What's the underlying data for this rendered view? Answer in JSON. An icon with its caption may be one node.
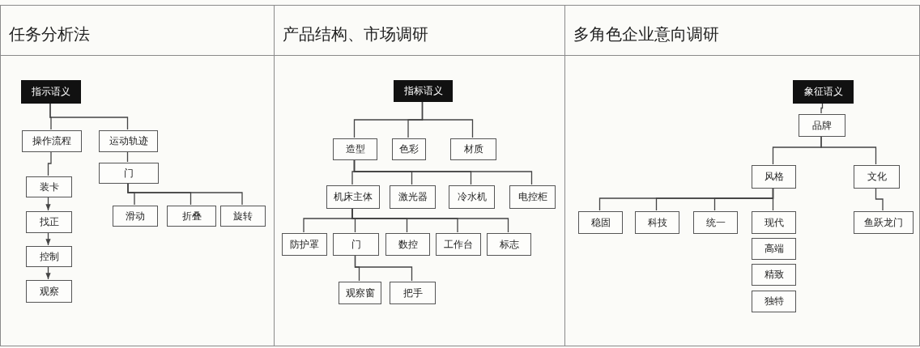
{
  "diagram": {
    "nodes": [
      {
        "text": [
          "任务分析法"
        ]
      },
      {
        "text": [
          "指示语义"
        ],
        "in": 0
      },
      {
        "text": [
          "操作流程"
        ],
        "in": 0
      },
      {
        "text": [
          "运动轨迹"
        ],
        "in": 0
      },
      {
        "text": [
          "门"
        ],
        "in": 0
      },
      {
        "text": [
          "装卡"
        ],
        "in": 0
      },
      {
        "text": [
          "找正"
        ],
        "in": 0
      },
      {
        "text": [
          "控制"
        ],
        "in": 0
      },
      {
        "text": [
          "观察"
        ],
        "in": 0
      },
      {
        "text": [
          "滑动"
        ],
        "in": 0
      },
      {
        "text": [
          "折叠"
        ],
        "in": 0
      },
      {
        "text": [
          "旋转"
        ],
        "in": 0
      },
      {
        "text": [
          "产品结构、市场调研"
        ]
      },
      {
        "text": [
          "指标语义"
        ],
        "in": 12
      },
      {
        "text": [
          "造型"
        ],
        "in": 12
      },
      {
        "text": [
          "色彩"
        ],
        "in": 12
      },
      {
        "text": [
          "材质"
        ],
        "in": 12
      },
      {
        "text": [
          "机床主体"
        ],
        "in": 12
      },
      {
        "text": [
          "激光器"
        ],
        "in": 12
      },
      {
        "text": [
          "冷水机"
        ],
        "in": 12
      },
      {
        "text": [
          "电控柜"
        ],
        "in": 12
      },
      {
        "text": [
          "防护罩"
        ],
        "in": 12
      },
      {
        "text": [
          "门"
        ],
        "in": 12
      },
      {
        "text": [
          "数控"
        ],
        "in": 12
      },
      {
        "text": [
          "工作台"
        ],
        "in": 12
      },
      {
        "text": [
          "标志"
        ],
        "in": 12
      },
      {
        "text": [
          "观察窗"
        ],
        "in": 12
      },
      {
        "text": [
          "把手"
        ],
        "in": 12
      },
      {
        "text": [
          "多角色企业意向调研"
        ]
      },
      {
        "text": [
          "象征语义"
        ],
        "in": 28
      },
      {
        "text": [
          "品牌"
        ],
        "in": 28
      },
      {
        "text": [
          "风格"
        ],
        "in": 28
      },
      {
        "text": [
          "文化"
        ],
        "in": 28
      },
      {
        "text": [
          "稳固"
        ],
        "in": 28
      },
      {
        "text": [
          "科技"
        ],
        "in": 28
      },
      {
        "text": [
          "统一"
        ],
        "in": 28
      },
      {
        "text": [
          "现代"
        ],
        "in": 28
      },
      {
        "text": [
          "高端"
        ],
        "in": 28
      },
      {
        "text": [
          "精致"
        ],
        "in": 28
      },
      {
        "text": [
          "独特"
        ],
        "in": 28
      },
      {
        "text": [
          "鱼跃龙门"
        ],
        "in": 28
      }
    ],
    "edges": [
      {
        "from": 1,
        "to": 2,
        "arrow": "none"
      },
      {
        "from": 1,
        "to": 3,
        "arrow": "none"
      },
      {
        "from": 2,
        "to": 5,
        "arrow": "none"
      },
      {
        "from": 5,
        "to": 6,
        "arrow": "to"
      },
      {
        "from": 6,
        "to": 7,
        "arrow": "to"
      },
      {
        "from": 7,
        "to": 8,
        "arrow": "to"
      },
      {
        "from": 3,
        "to": 4,
        "arrow": "none"
      },
      {
        "from": 4,
        "to": 9,
        "arrow": "none"
      },
      {
        "from": 4,
        "to": 10,
        "arrow": "none"
      },
      {
        "from": 4,
        "to": 11,
        "arrow": "none"
      },
      {
        "from": 13,
        "to": 14,
        "arrow": "none"
      },
      {
        "from": 13,
        "to": 15,
        "arrow": "none"
      },
      {
        "from": 13,
        "to": 16,
        "arrow": "none"
      },
      {
        "from": 14,
        "to": 17,
        "arrow": "none"
      },
      {
        "from": 14,
        "to": 18,
        "arrow": "none"
      },
      {
        "from": 14,
        "to": 19,
        "arrow": "none"
      },
      {
        "from": 14,
        "to": 20,
        "arrow": "none"
      },
      {
        "from": 17,
        "to": 21,
        "arrow": "none"
      },
      {
        "from": 17,
        "to": 22,
        "arrow": "none"
      },
      {
        "from": 17,
        "to": 23,
        "arrow": "none"
      },
      {
        "from": 17,
        "to": 24,
        "arrow": "none"
      },
      {
        "from": 17,
        "to": 25,
        "arrow": "none"
      },
      {
        "from": 22,
        "to": 26,
        "arrow": "none"
      },
      {
        "from": 22,
        "to": 27,
        "arrow": "none"
      },
      {
        "from": 29,
        "to": 30,
        "arrow": "none"
      },
      {
        "from": 30,
        "to": 31,
        "arrow": "none"
      },
      {
        "from": 30,
        "to": 32,
        "arrow": "none"
      },
      {
        "from": 31,
        "to": 33,
        "arrow": "none"
      },
      {
        "from": 31,
        "to": 34,
        "arrow": "none"
      },
      {
        "from": 31,
        "to": 35,
        "arrow": "none"
      },
      {
        "from": 31,
        "to": 36,
        "arrow": "none"
      },
      {
        "from": 32,
        "to": 40,
        "arrow": "none"
      }
    ]
  }
}
